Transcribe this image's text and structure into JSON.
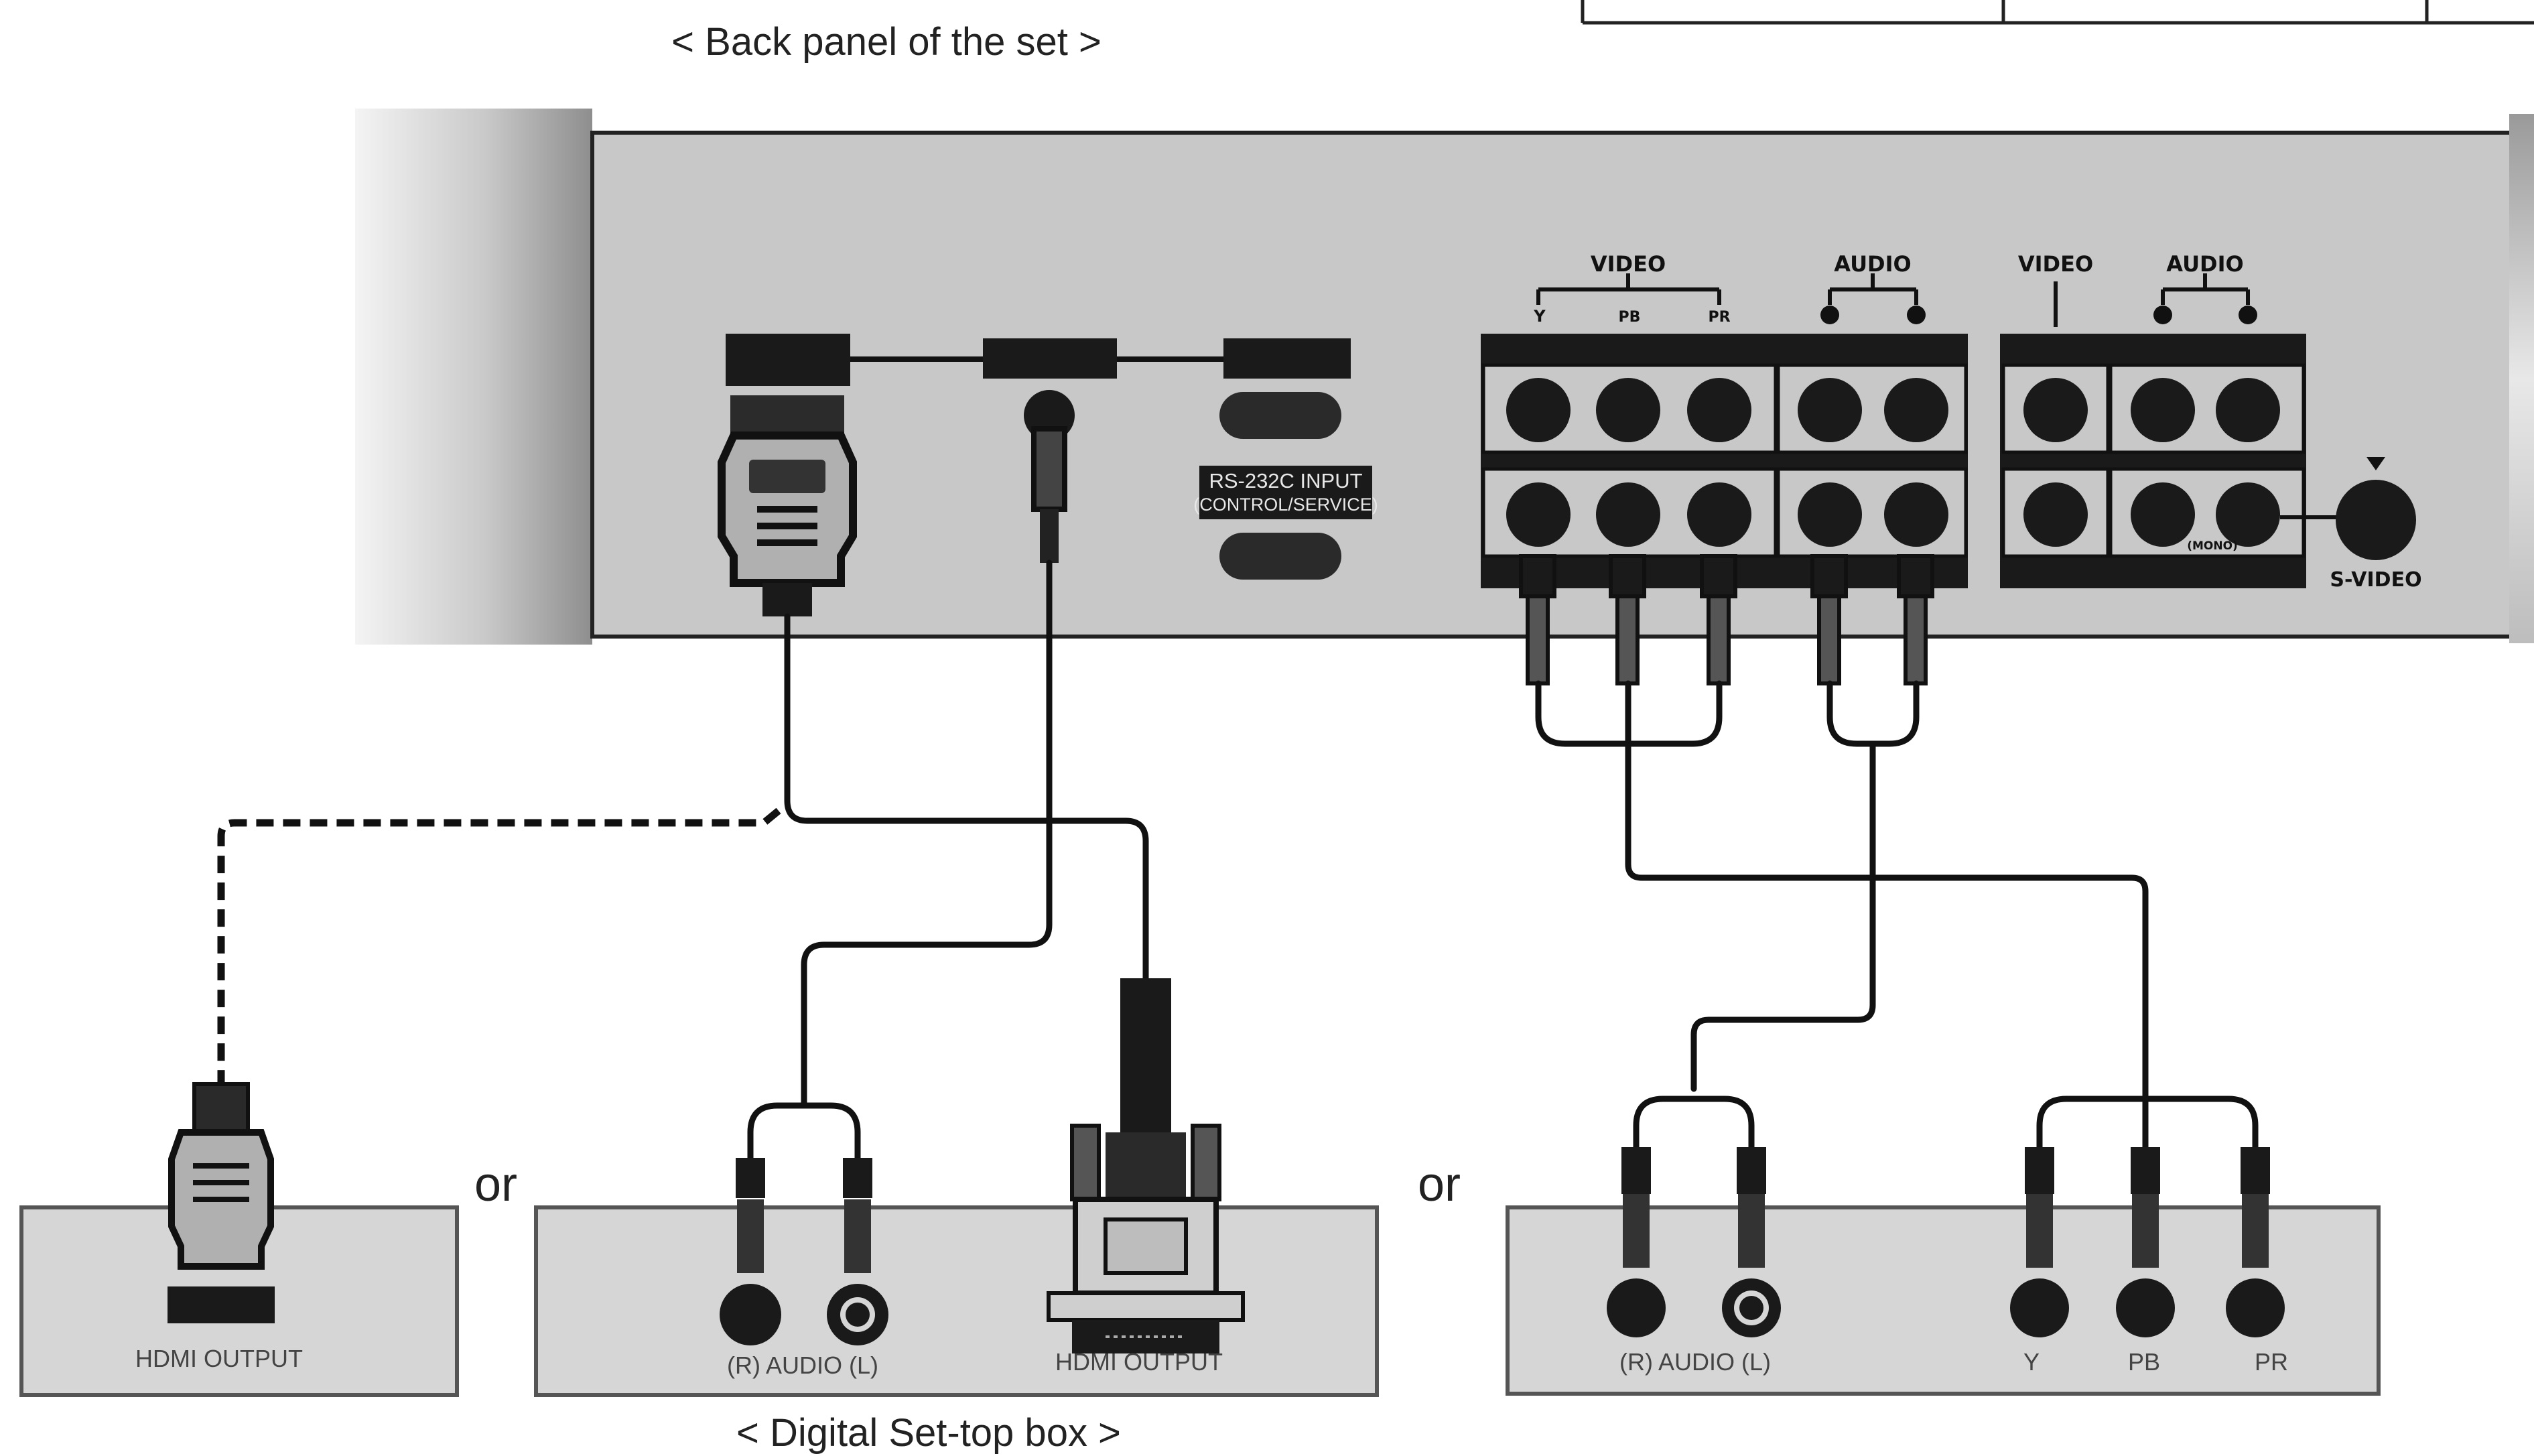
{
  "titles": {
    "back_panel": "< Back panel of the set >",
    "set_top_box": "< Digital Set-top box >"
  },
  "separators": [
    "or",
    "or"
  ],
  "panel": {
    "rs232_line1": "RS-232C INPUT",
    "rs232_line2": "(CONTROL/SERVICE)",
    "component_video_label": "VIDEO",
    "component_audio_label": "AUDIO",
    "component_y": "Y",
    "component_pb": "PB",
    "component_pr": "PR",
    "av_video_label": "VIDEO",
    "av_audio_label": "AUDIO",
    "mono_label": "(MONO)",
    "svideo_label": "S-VIDEO"
  },
  "devices": {
    "hdmi_box": {
      "label": "HDMI OUTPUT"
    },
    "dvi_box": {
      "audio_label": "(R) AUDIO (L)",
      "hdmi_label": "HDMI OUTPUT"
    },
    "component_box": {
      "audio_label": "(R) AUDIO (L)",
      "y": "Y",
      "pb": "PB",
      "pr": "PR"
    }
  },
  "colors": {
    "panel_fill": "#c8c8c8",
    "panel_stroke": "#222222",
    "jack_black": "#1a1a1a",
    "cable": "#111111",
    "box_fill": "#d6d6d6"
  }
}
